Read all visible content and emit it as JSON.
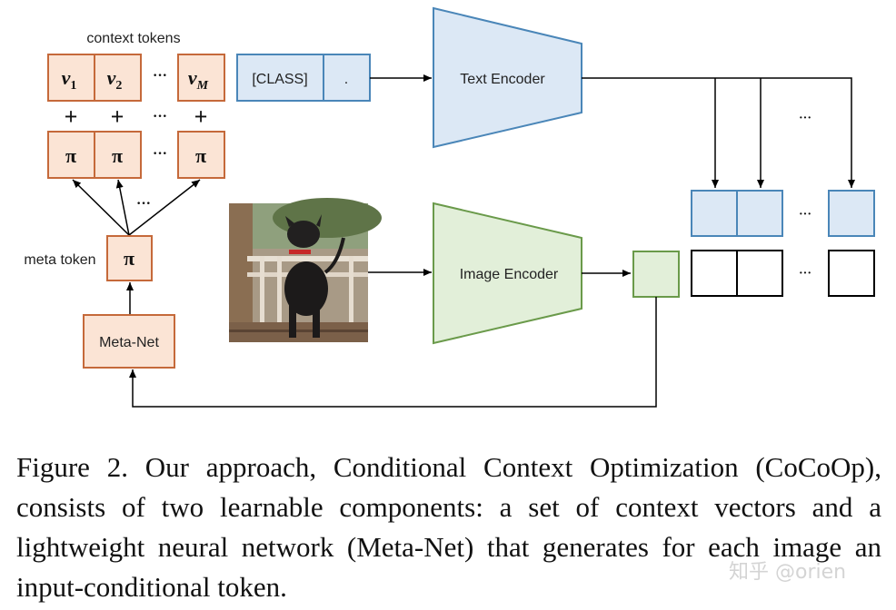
{
  "labels": {
    "context_tokens": "context tokens",
    "meta_token": "meta token",
    "class_token": "[CLASS]",
    "period_token": ".",
    "meta_net": "Meta-Net",
    "text_encoder": "Text Encoder",
    "image_encoder": "Image Encoder",
    "ellipsis": "···",
    "plus": "+",
    "pi": "π",
    "v1_base": "v",
    "v1_sub": "1",
    "v2_base": "v",
    "v2_sub": "2",
    "vM_base": "v",
    "vM_sub": "M"
  },
  "caption": "Figure 2. Our approach, Conditional Context Optimization (CoCoOp), consists of two learnable components: a set of context vectors and a lightweight neural network (Meta-Net) that generates for each image an input-conditional token.",
  "watermark": "知乎 @orien",
  "colors": {
    "orange_fill": "#fbe4d5",
    "orange_stroke": "#c5693a",
    "blue_fill": "#dce8f5",
    "blue_stroke": "#4a86b8",
    "green_fill": "#e2efd9",
    "green_stroke": "#6a9a4a",
    "line": "#000000"
  }
}
